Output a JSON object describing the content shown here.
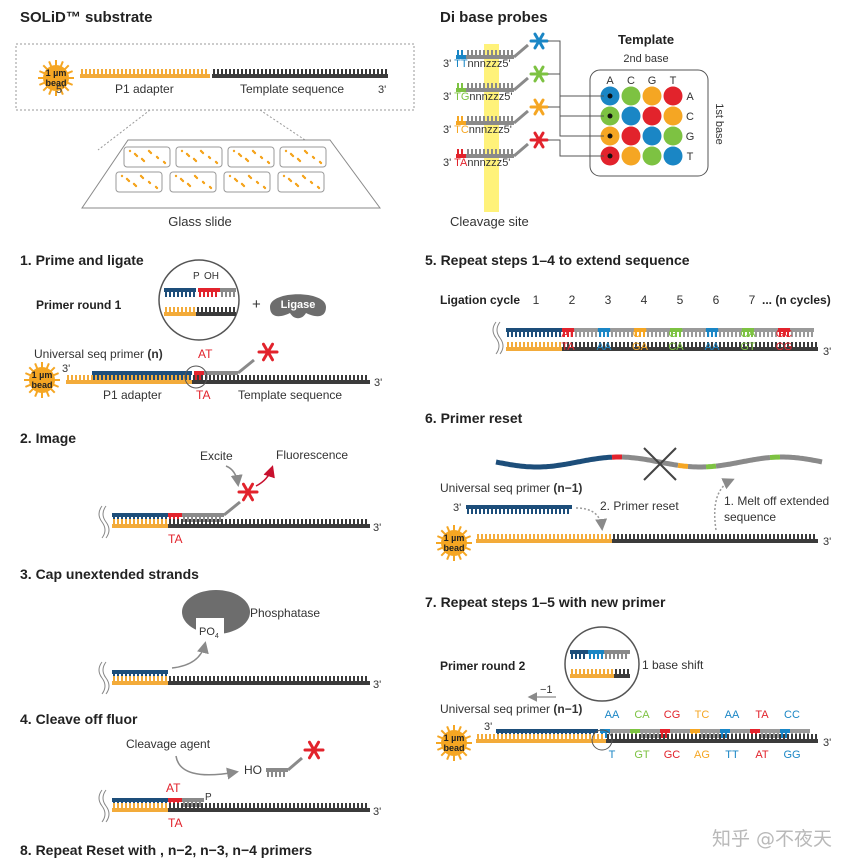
{
  "colors": {
    "navy": "#1d4e7a",
    "orange": "#f3ab3a",
    "dark": "#3b3b3b",
    "gray": "#8a8a8a",
    "red": "#e2232c",
    "blue": "#1a86c5",
    "green": "#7dc242",
    "amber": "#f5a623",
    "yellow": "#fff27a"
  },
  "substrate": {
    "title": "SOLiD™ substrate",
    "bead": [
      "1 µm",
      "bead"
    ],
    "five_prime": "5'",
    "p1": "P1 adapter",
    "template": "Template sequence",
    "three_prime": "3'",
    "slide": "Glass slide"
  },
  "probes": {
    "title": "Di base probes",
    "rows": [
      {
        "a": "T",
        "b": "T",
        "color": "#1a86c5"
      },
      {
        "a": "T",
        "b": "G",
        "color": "#7dc242"
      },
      {
        "a": "T",
        "b": "C",
        "color": "#f5a623"
      },
      {
        "a": "T",
        "b": "A",
        "color": "#e2232c"
      }
    ],
    "left_end": "3'",
    "nn": "nnnzzz",
    "right_end": "5'",
    "cleavage": "Cleavage site"
  },
  "template_matrix": {
    "title": "Template",
    "second": "2nd base",
    "first": "1st base",
    "cols": [
      "A",
      "C",
      "G",
      "T"
    ],
    "rows": [
      "A",
      "C",
      "G",
      "T"
    ],
    "grid": [
      [
        "#1a86c5",
        "#7dc242",
        "#f5a623",
        "#e2232c"
      ],
      [
        "#7dc242",
        "#1a86c5",
        "#e2232c",
        "#f5a623"
      ],
      [
        "#f5a623",
        "#e2232c",
        "#1a86c5",
        "#7dc242"
      ],
      [
        "#e2232c",
        "#f5a623",
        "#7dc242",
        "#1a86c5"
      ]
    ]
  },
  "step1": {
    "title": "1. Prime and ligate",
    "round": "Primer round 1",
    "p": "P",
    "oh": "OH",
    "plus": "+",
    "ligase": "Ligase",
    "primer_label": "Universal seq primer",
    "primer_n": "(n)",
    "at": "AT",
    "ta": "TA",
    "three": "3'",
    "bead": [
      "1 µm",
      "bead"
    ],
    "p1": "P1 adapter",
    "template": "Template sequence"
  },
  "step2": {
    "title": "2. Image",
    "excite": "Excite",
    "fluor": "Fluorescence",
    "ta": "TA",
    "three": "3'"
  },
  "step3": {
    "title": "3. Cap unextended strands",
    "enzyme": "Phosphatase",
    "po": "PO",
    "po_sub": "4",
    "three": "3'"
  },
  "step4": {
    "title": "4. Cleave off fluor",
    "agent": "Cleavage agent",
    "ho": "HO",
    "at": "AT",
    "p": "P",
    "ta": "TA",
    "three": "3'"
  },
  "step8": {
    "title": "8. Repeat Reset with , n−2, n−3, n−4 primers"
  },
  "step5": {
    "title": "5. Repeat steps 1–4 to extend sequence",
    "cycle_label": "Ligation cycle",
    "cycles": [
      "1",
      "2",
      "3",
      "4",
      "5",
      "6",
      "7"
    ],
    "cycles_more": "... (n cycles)",
    "pairs": [
      {
        "top": "AT",
        "bot": "TA",
        "color": "#e2232c"
      },
      {
        "top": "TT",
        "bot": "AA",
        "color": "#1a86c5"
      },
      {
        "top": "CT",
        "bot": "GA",
        "color": "#f5a623"
      },
      {
        "top": "GT",
        "bot": "CA",
        "color": "#7dc242"
      },
      {
        "top": "TT",
        "bot": "AA",
        "color": "#1a86c5"
      },
      {
        "top": "CA",
        "bot": "GT",
        "color": "#7dc242"
      },
      {
        "top": "GC",
        "bot": "CG",
        "color": "#e2232c"
      }
    ],
    "three": "3'"
  },
  "step6": {
    "title": "6. Primer reset",
    "primer_label": "Universal seq primer",
    "primer_n": "(n−1)",
    "three": "3'",
    "reset": "2. Primer reset",
    "melt1": "1. Melt off extended",
    "melt2": "sequence",
    "bead": [
      "1 µm",
      "bead"
    ]
  },
  "step7": {
    "title": "7. Repeat steps 1–5 with new primer",
    "round": "Primer round 2",
    "shift": "1 base shift",
    "minus": "−1",
    "primer_label": "Universal seq primer",
    "primer_n": "(n−1)",
    "three": "3'",
    "bead": [
      "1 µm",
      "bead"
    ],
    "top_pairs": [
      {
        "t": "AA",
        "color": "#1a86c5"
      },
      {
        "t": "CA",
        "color": "#7dc242"
      },
      {
        "t": "CG",
        "color": "#e2232c"
      },
      {
        "t": "TC",
        "color": "#f5a623"
      },
      {
        "t": "AA",
        "color": "#1a86c5"
      },
      {
        "t": "TA",
        "color": "#e2232c"
      },
      {
        "t": "CC",
        "color": "#1a86c5"
      }
    ],
    "bottom_pairs": [
      {
        "t": "T",
        "color": "#1a86c5"
      },
      {
        "t": "GT",
        "color": "#7dc242"
      },
      {
        "t": "GC",
        "color": "#e2232c"
      },
      {
        "t": "AG",
        "color": "#f5a623"
      },
      {
        "t": "TT",
        "color": "#1a86c5"
      },
      {
        "t": "AT",
        "color": "#e2232c"
      },
      {
        "t": "GG",
        "color": "#1a86c5"
      }
    ]
  },
  "watermark": "知乎 @不夜天"
}
